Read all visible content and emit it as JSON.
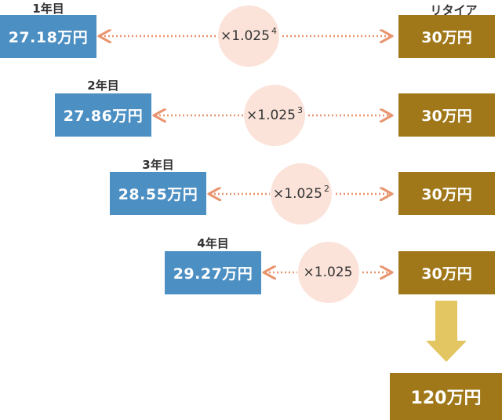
{
  "retire_label": "リタイア",
  "rows": [
    {
      "year": "1年目",
      "present_value": "27.18万円",
      "multiplier": "×1.025",
      "exponent": "4",
      "retire_value": "30万円"
    },
    {
      "year": "2年目",
      "present_value": "27.86万円",
      "multiplier": "×1.025",
      "exponent": "3",
      "retire_value": "30万円"
    },
    {
      "year": "3年目",
      "present_value": "28.55万円",
      "multiplier": "×1.025",
      "exponent": "2",
      "retire_value": "30万円"
    },
    {
      "year": "4年目",
      "present_value": "29.27万円",
      "multiplier": "×1.025",
      "exponent": "",
      "retire_value": "30万円"
    }
  ],
  "total": "120万円",
  "colors": {
    "blue": "#4c8fc3",
    "gold": "#a0781a",
    "circle": "#fbe3da",
    "arrow": "#e8956f",
    "down_arrow": "#e3c662"
  }
}
